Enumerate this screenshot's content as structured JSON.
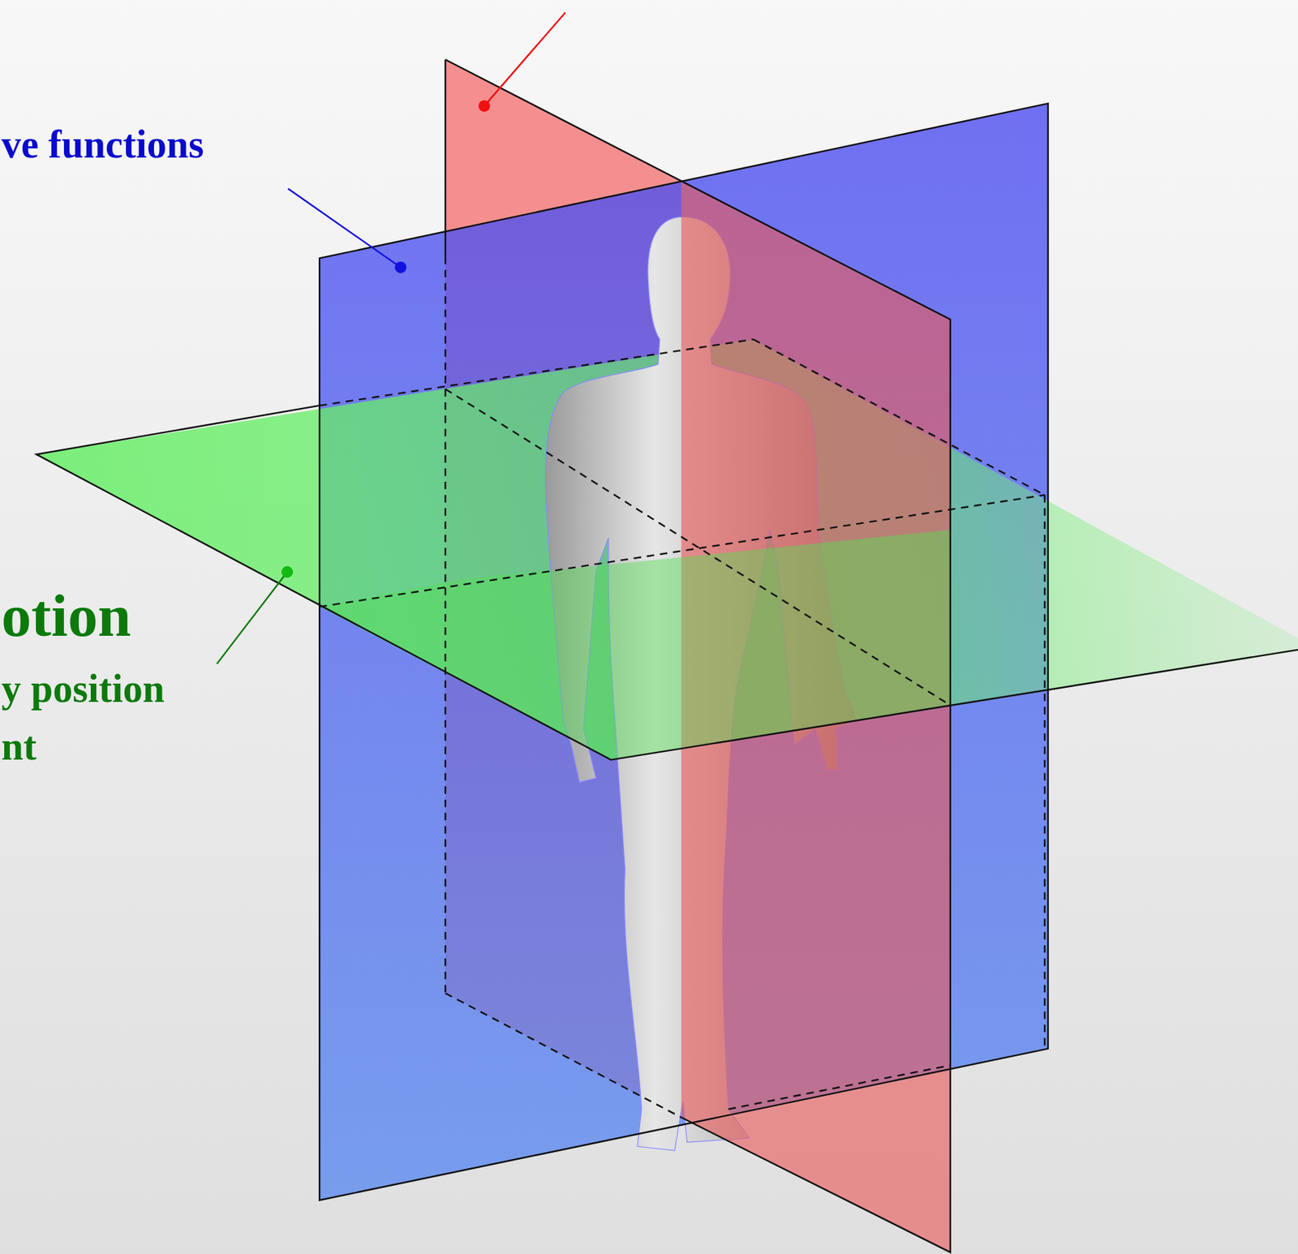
{
  "diagram": {
    "labels": [
      "ve functions",
      "otion",
      "y position",
      "nt"
    ]
  }
}
